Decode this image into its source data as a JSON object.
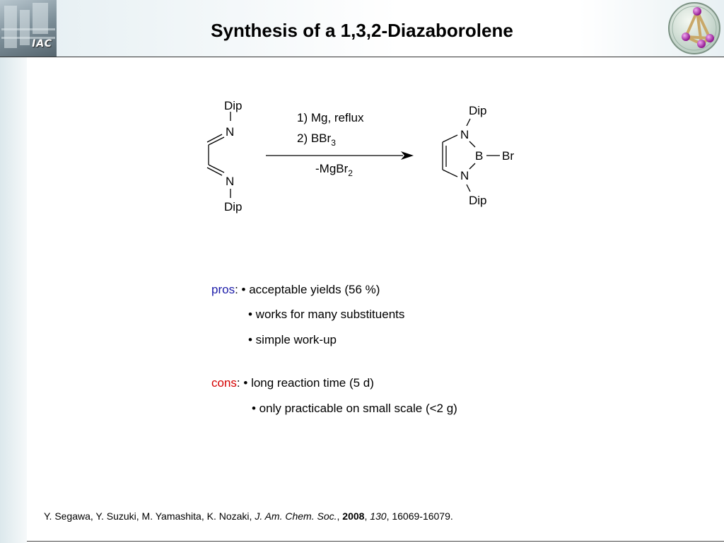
{
  "slide": {
    "title": "Synthesis of a 1,3,2-Diazaborolene",
    "logo_left_text": "IAC"
  },
  "scheme": {
    "reactant": {
      "n_top": "N",
      "n_bottom": "N",
      "sub_top": "Dip",
      "sub_bottom": "Dip"
    },
    "conditions": {
      "step1": "1) Mg, reflux",
      "step2": "2) BBr",
      "step2_sub": "3",
      "byproduct": "-MgBr",
      "byproduct_sub": "2"
    },
    "product": {
      "n_top": "N",
      "n_bottom": "N",
      "boron": "B",
      "bromine": "Br",
      "sub_top": "Dip",
      "sub_bottom": "Dip"
    }
  },
  "pros": {
    "label": "pros",
    "colon": ":",
    "items": [
      "• acceptable yields (56 %)",
      "• works for many substituents",
      "• simple work-up"
    ]
  },
  "cons": {
    "label": "cons",
    "colon": ":",
    "items": [
      "• long reaction time (5 d)",
      "• only practicable on small scale (<2 g)"
    ]
  },
  "reference": {
    "authors": "Y. Segawa, Y. Suzuki, M. Yamashita, K. Nozaki, ",
    "journal": "J. Am. Chem. Soc.",
    "sep1": ", ",
    "year": "2008",
    "sep2": ", ",
    "volume": "130",
    "pages": ", 16069-16079."
  },
  "colors": {
    "pros": "#1a1aa8",
    "cons": "#d40000",
    "rule": "#333333"
  }
}
